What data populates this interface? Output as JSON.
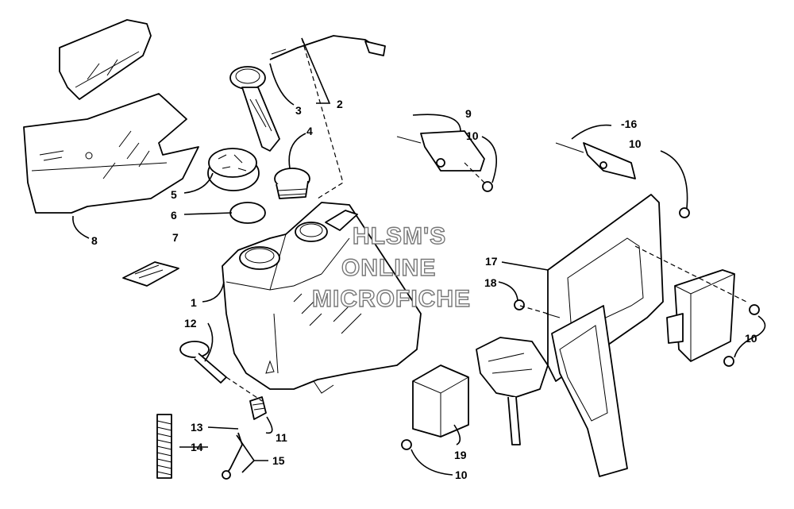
{
  "watermark": {
    "line1": "HLSM'S",
    "line2": "ONLINE",
    "line3": "MICROFICHE"
  },
  "labels": {
    "l1": "1",
    "l2": "2",
    "l3": "3",
    "l4": "4",
    "l5": "5",
    "l6": "6",
    "l7": "7",
    "l8": "8",
    "l9": "9",
    "l10a": "10",
    "l10b": "10",
    "l10c": "10",
    "l10d": "10",
    "l11": "11",
    "l12": "12",
    "l13": "13",
    "l14": "14",
    "l15": "15",
    "l16": "-16",
    "l17": "17",
    "l18": "18",
    "l19": "19"
  }
}
